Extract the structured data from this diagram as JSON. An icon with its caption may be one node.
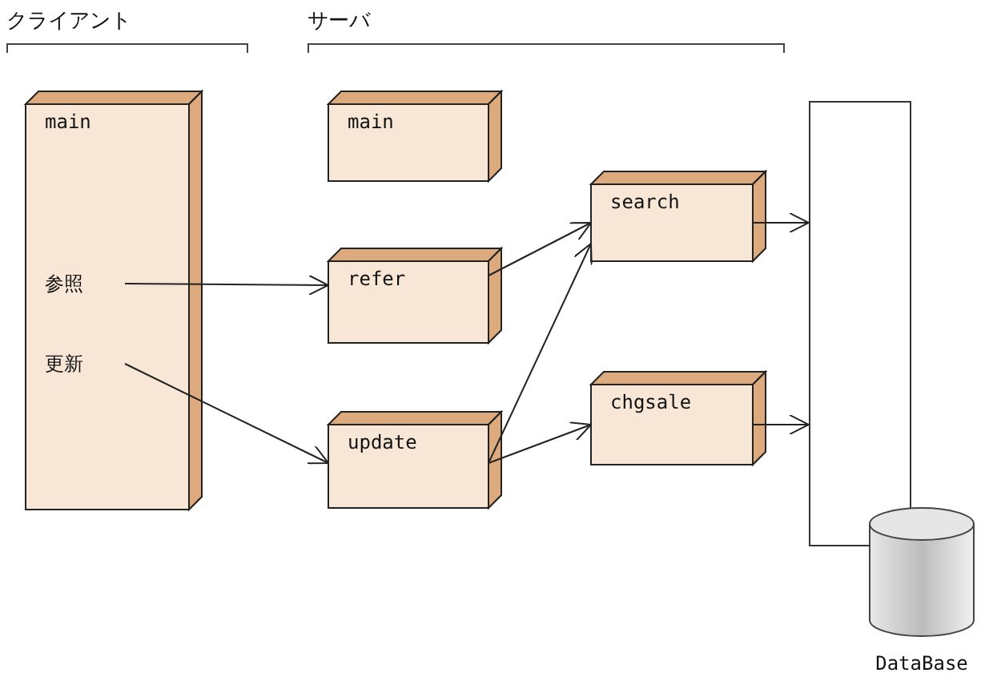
{
  "diagram": {
    "nodes": [
      {
        "text": [
          "main"
        ]
      },
      {
        "text": [
          "参照"
        ],
        "in": 0
      },
      {
        "text": [
          "更新"
        ],
        "in": 0
      },
      {
        "text": [
          "main"
        ]
      },
      {
        "text": [
          "refer"
        ]
      },
      {
        "text": [
          "update"
        ]
      },
      {
        "text": [
          "search"
        ]
      },
      {
        "text": [
          "chgsale"
        ]
      },
      {
        "text": [],
        "shape": "box"
      },
      {
        "text": [],
        "shape": "cylinder",
        "beside": [
          "DataBase"
        ]
      }
    ],
    "edges": [
      {
        "from": 1,
        "to": 4,
        "arrow": "to"
      },
      {
        "from": 2,
        "to": 5,
        "arrow": "to"
      },
      {
        "from": 4,
        "to": 6,
        "arrow": "to"
      },
      {
        "from": 5,
        "to": 6,
        "arrow": "to"
      },
      {
        "from": 5,
        "to": 7,
        "arrow": "to"
      },
      {
        "from": 6,
        "to": 8,
        "arrow": "to"
      },
      {
        "from": 7,
        "to": 8,
        "arrow": "to"
      }
    ],
    "labels": [
      "クライアント",
      "サーバ"
    ]
  }
}
